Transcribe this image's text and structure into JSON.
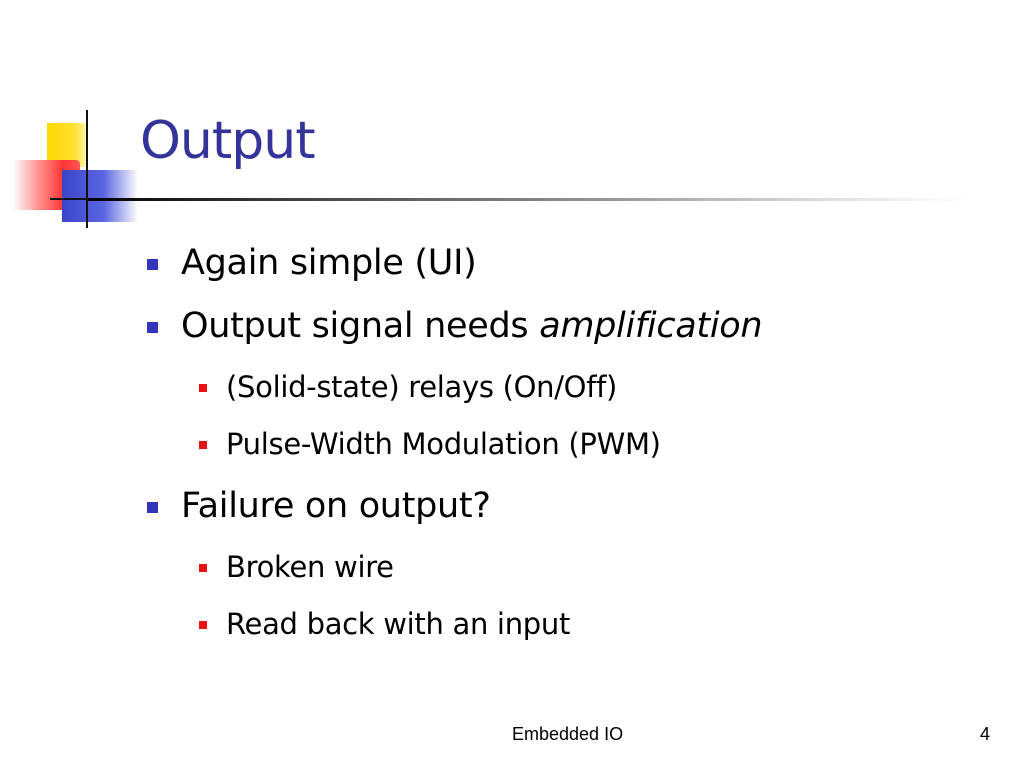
{
  "slide": {
    "title": "Output",
    "bullets": [
      {
        "level": 1,
        "text": "Again simple (UI)"
      },
      {
        "level": 1,
        "text": "Output signal needs ",
        "emphasis": "amplification"
      },
      {
        "level": 2,
        "text": "(Solid-state) relays (On/Off)"
      },
      {
        "level": 2,
        "text": "Pulse-Width Modulation (PWM)"
      },
      {
        "level": 1,
        "text": "Failure on output?"
      },
      {
        "level": 2,
        "text": "Broken wire"
      },
      {
        "level": 2,
        "text": "Read back with an input"
      }
    ],
    "footer": {
      "title": "Embedded IO",
      "page_number": "4"
    }
  },
  "colors": {
    "title": "#333399",
    "level1_bullet": "#3333bb",
    "level2_bullet": "#ee1111",
    "text": "#000000"
  },
  "icons": {
    "logo": "decorative-squares-logo-icon"
  }
}
